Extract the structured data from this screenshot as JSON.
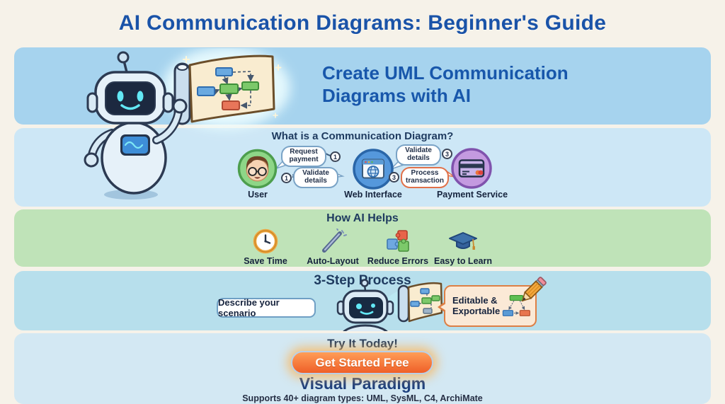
{
  "title": "AI Communication Diagrams: Beginner's Guide",
  "hero": {
    "heading": "Create UML Communication Diagrams with AI"
  },
  "what": {
    "heading": "What is a Communication Diagram?",
    "actors": [
      {
        "label": "User"
      },
      {
        "label": "Web Interface"
      },
      {
        "label": "Payment Service"
      }
    ],
    "messages": [
      {
        "num": "1",
        "text": "Request payment"
      },
      {
        "num": "1",
        "text": "Validate details"
      },
      {
        "num": "3",
        "text": "Validate details"
      },
      {
        "num": "3",
        "text": "Process transaction"
      }
    ]
  },
  "how": {
    "heading": "How AI Helps",
    "items": [
      {
        "icon": "clock-icon",
        "label": "Save Time"
      },
      {
        "icon": "magic-wand-icon",
        "label": "Auto-Layout"
      },
      {
        "icon": "puzzle-icon",
        "label": "Reduce Errors"
      },
      {
        "icon": "graduation-cap-icon",
        "label": "Easy to Learn"
      }
    ]
  },
  "process": {
    "heading": "3-Step Process",
    "input_label": "Describe your scenario",
    "output_label": "Editable & Exportable"
  },
  "cta": {
    "heading": "Try It Today!",
    "button_label": "Get Started Free",
    "brand": "Visual Paradigm",
    "footnote": "Supports 40+ diagram types: UML, SysML, C4, ArchiMate"
  },
  "colors": {
    "title_blue": "#1a53a8",
    "heading_navy": "#1e3a5f",
    "hero_bg": "#a6d3ee",
    "what_bg": "#cde7f6",
    "how_bg": "#bfe3b8",
    "process_bg": "#b7dfec",
    "cta_bg": "#d3e8f3",
    "button_orange": "#ef5f28",
    "page_bg": "#f6f2e9"
  }
}
